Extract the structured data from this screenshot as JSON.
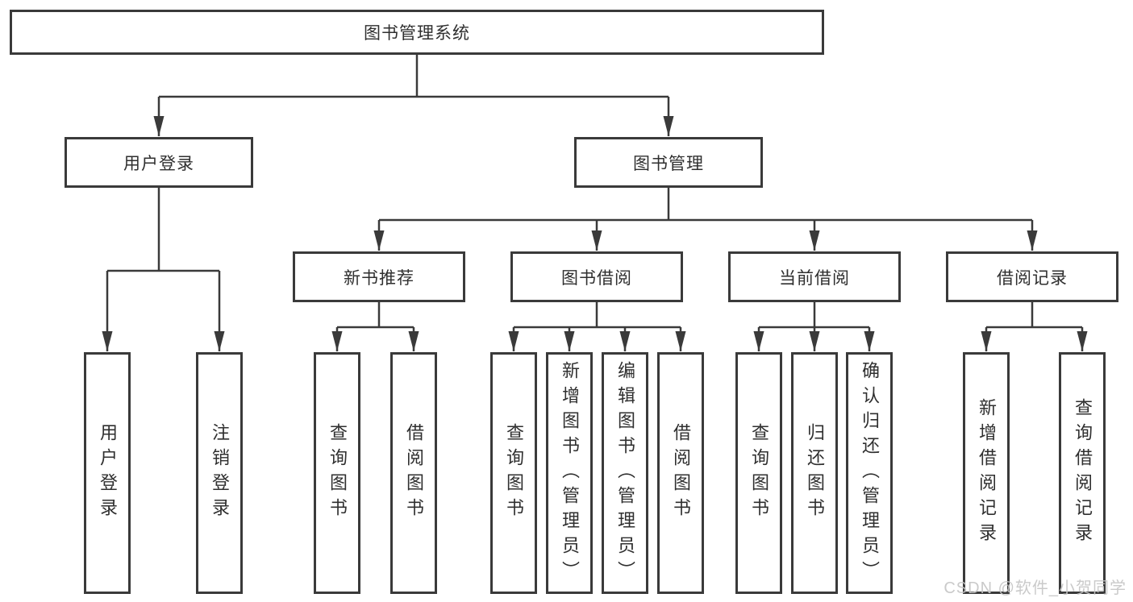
{
  "tree": {
    "root": "图书管理系统",
    "user_branch": {
      "label": "用户登录",
      "leaves": [
        "用户登录",
        "注销登录"
      ]
    },
    "mgmt_branch": {
      "label": "图书管理",
      "groups": [
        {
          "label": "新书推荐",
          "leaves": [
            "查询图书",
            "借阅图书"
          ]
        },
        {
          "label": "图书借阅",
          "leaves": [
            "查询图书",
            "新增图书（管理员）",
            "编辑图书（管理员）",
            "借阅图书"
          ]
        },
        {
          "label": "当前借阅",
          "leaves": [
            "查询图书",
            "归还图书",
            "确认归还（管理员）"
          ]
        },
        {
          "label": "借阅记录",
          "leaves": [
            "新增借阅记录",
            "查询借阅记录"
          ]
        }
      ]
    }
  },
  "watermark": "CSDN @软件_小贺同学",
  "colors": {
    "line": "#3a3a3a",
    "text": "#2f2f2f",
    "watermark": "#c5c5c5",
    "background": "#ffffff"
  }
}
